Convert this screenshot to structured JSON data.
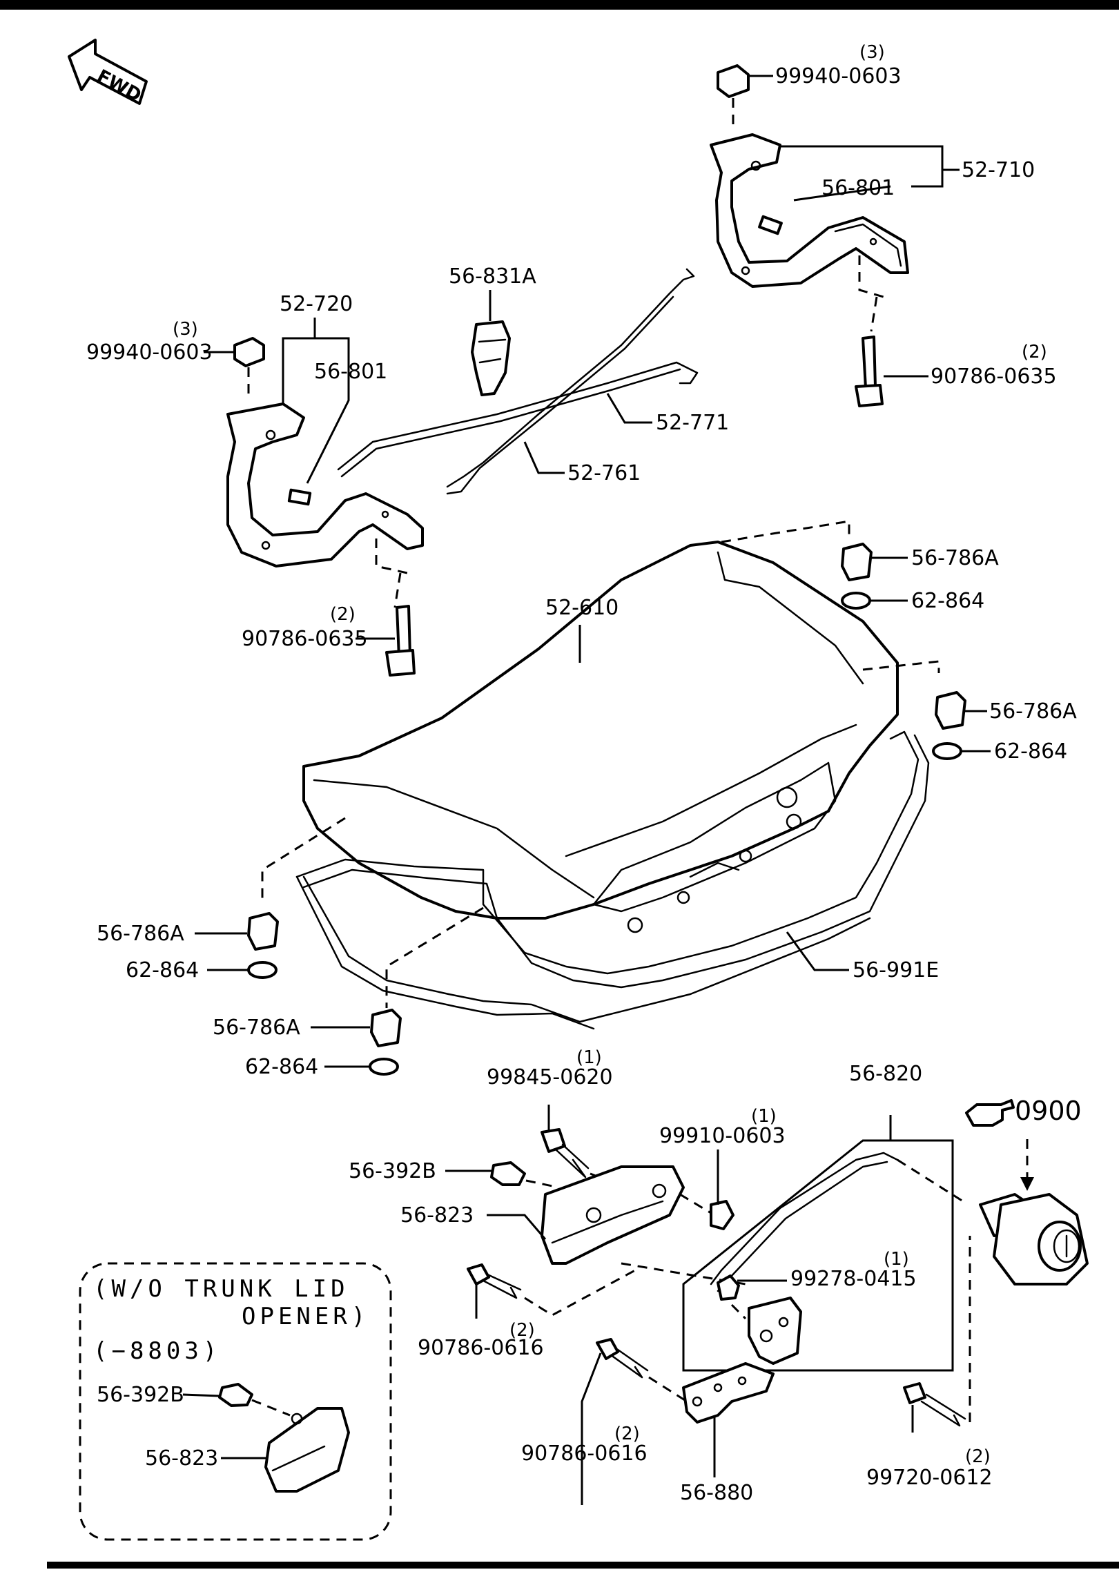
{
  "fwd_label": "FWD",
  "ref": {
    "icon": "pointing-hand-icon",
    "code": "0900"
  },
  "inset": {
    "line1": "(W/O TRUNK LID",
    "line2": "OPENER)",
    "line3": "(−8803)",
    "part_a": "56-392B",
    "part_b": "56-823"
  },
  "parts": {
    "p_99940_r": {
      "code": "99940-0603",
      "qty": "(3)"
    },
    "p_52710": {
      "code": "52-710"
    },
    "p_56801_r": {
      "code": "56-801"
    },
    "p_90786_0635_r": {
      "code": "90786-0635",
      "qty": "(2)"
    },
    "p_56831a": {
      "code": "56-831A"
    },
    "p_52720": {
      "code": "52-720"
    },
    "p_99940_l": {
      "code": "99940-0603",
      "qty": "(3)"
    },
    "p_56801_l": {
      "code": "56-801"
    },
    "p_52771": {
      "code": "52-771"
    },
    "p_52761": {
      "code": "52-761"
    },
    "p_90786_0635_l": {
      "code": "90786-0635",
      "qty": "(2)"
    },
    "p_52610": {
      "code": "52-610"
    },
    "p_56786a_1": {
      "code": "56-786A"
    },
    "p_62864_1": {
      "code": "62-864"
    },
    "p_56786a_2": {
      "code": "56-786A"
    },
    "p_62864_2": {
      "code": "62-864"
    },
    "p_56786a_3": {
      "code": "56-786A"
    },
    "p_62864_3": {
      "code": "62-864"
    },
    "p_56786a_4": {
      "code": "56-786A"
    },
    "p_62864_4": {
      "code": "62-864"
    },
    "p_56991e": {
      "code": "56-991E"
    },
    "p_99845": {
      "code": "99845-0620",
      "qty": "(1)"
    },
    "p_56820": {
      "code": "56-820"
    },
    "p_99910": {
      "code": "99910-0603",
      "qty": "(1)"
    },
    "p_56392b": {
      "code": "56-392B"
    },
    "p_56823": {
      "code": "56-823"
    },
    "p_99278": {
      "code": "99278-0415",
      "qty": "(1)"
    },
    "p_90786_0616_a": {
      "code": "90786-0616",
      "qty": "(2)"
    },
    "p_90786_0616_b": {
      "code": "90786-0616",
      "qty": "(2)"
    },
    "p_56880": {
      "code": "56-880"
    },
    "p_99720": {
      "code": "99720-0612",
      "qty": "(2)"
    }
  }
}
